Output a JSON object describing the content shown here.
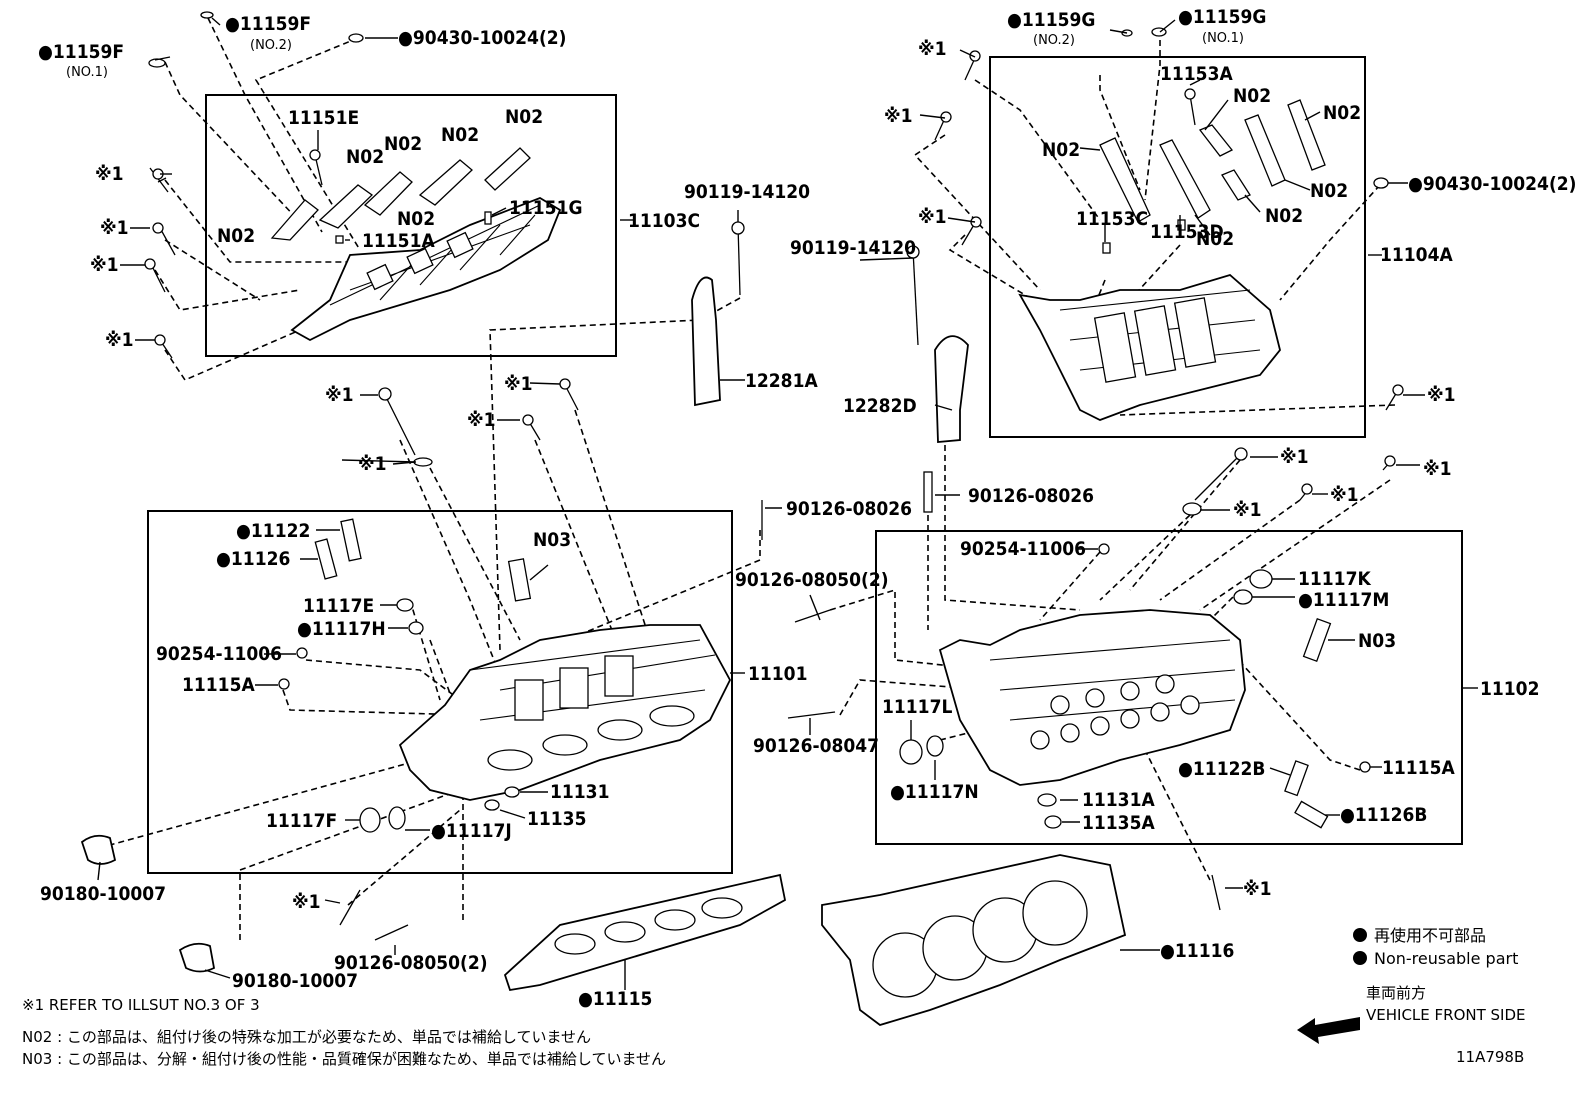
{
  "diagram": {
    "code": "11A798B",
    "legend": {
      "jp": "再使用不可部品",
      "en": "Non-reusable part",
      "front_jp": "車両前方",
      "front_en": "VEHICLE FRONT SIDE"
    },
    "notes": {
      "refer": "※1 REFER TO ILLSUT NO.3 OF 3",
      "n02": "N02 : この部品は、組付け後の特殊な加工が必要なため、単品では補給していません",
      "n03": "N03 : この部品は、分解・組付け後の性能・品質確保が困難なため、単品では補給していません"
    },
    "mark": "※1",
    "parts": {
      "p11159f_no1": "●11159F",
      "no1": "(NO.1)",
      "p11159f_no2": "●11159F",
      "no2": "(NO.2)",
      "p90430_l": "●90430-10024(2)",
      "p11151e": "11151E",
      "n02": "N02",
      "p11151g": "11151G",
      "p11151a": "11151A",
      "p11103c": "11103C",
      "p90119_a": "90119-14120",
      "p12281a": "12281A",
      "p11122": "●11122",
      "p11126": "●11126",
      "n03": "N03",
      "p11117e": "11117E",
      "p11117h": "●11117H",
      "p90254_l": "90254-11006",
      "p11115a_l": "11115A",
      "p11101": "11101",
      "p11131": "11131",
      "p11135": "11135",
      "p11117f": "11117F",
      "p11117j": "●11117J",
      "p90180_a": "90180-10007",
      "p90180_b": "90180-10007",
      "p90126_08050_b": "90126-08050(2)",
      "p11115": "●11115",
      "p90126_08026_a": "90126-08026",
      "p90126_08050_a": "90126-08050(2)",
      "p90126_08047": "90126-08047",
      "p11159g_no2": "●11159G",
      "p11159g_no1": "●11159G",
      "p11153a": "11153A",
      "p11153c": "11153C",
      "p11153d": "11153D",
      "p90430_r": "●90430-10024(2)",
      "p11104a": "11104A",
      "p90119_b": "90119-14120",
      "p12282d": "12282D",
      "p90126_08026_b": "90126-08026",
      "p90254_r": "90254-11006",
      "p11117k": "11117K",
      "p11117m": "●11117M",
      "p11102": "11102",
      "p11117l": "11117L",
      "p11117n": "●11117N",
      "p11122b": "●11122B",
      "p11115a_r": "11115A",
      "p11131a": "11131A",
      "p11135a": "11135A",
      "p11126b": "●11126B",
      "p11116": "●11116"
    }
  }
}
